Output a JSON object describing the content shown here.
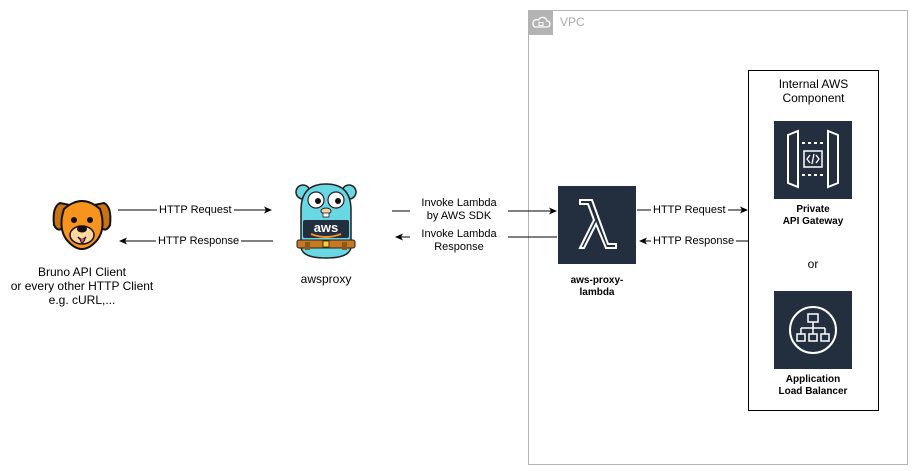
{
  "colors": {
    "aws_dark": "#232f3e",
    "vpc_border": "#b3b3b3",
    "vpc_label": "#aaaaaa",
    "dog_orange": "#f7941d",
    "gopher_blue": "#6ad7e5"
  },
  "nodes": {
    "client": {
      "icon": "dog-face-icon",
      "line1": "Bruno API Client",
      "line2": "or every other HTTP Client",
      "line3": "e.g. cURL,..."
    },
    "proxy": {
      "icon": "gopher-aws-icon",
      "badge": "aws",
      "label": "awsproxy"
    },
    "vpc": {
      "icon": "cloud-lock-icon",
      "label": "VPC"
    },
    "lambda": {
      "icon": "lambda-icon",
      "line1": "aws-proxy-",
      "line2": "lambda"
    },
    "internal": {
      "line1": "Internal AWS",
      "line2": "Component"
    },
    "apigw": {
      "icon": "api-gateway-icon",
      "line1": "Private",
      "line2": "API Gateway"
    },
    "or_text": "or",
    "alb": {
      "icon": "load-balancer-icon",
      "line1": "Application",
      "line2": "Load Balancer"
    }
  },
  "edges": {
    "client_request": "HTTP Request",
    "client_response": "HTTP Response",
    "invoke_line1": "Invoke Lambda",
    "invoke_line2": "by AWS SDK",
    "invoke_resp_line1": "Invoke Lambda",
    "invoke_resp_line2": "Response",
    "lambda_request": "HTTP Request",
    "lambda_response": "HTTP Response"
  }
}
